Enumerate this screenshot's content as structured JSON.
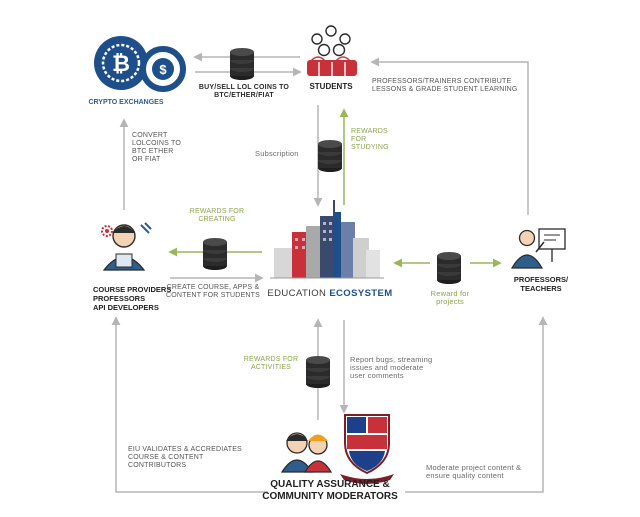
{
  "nodes": {
    "crypto": {
      "title": "CRYPTO EXCHANGES"
    },
    "students": {
      "title": "STUDENTS"
    },
    "providers": {
      "title_lines": [
        "COURSE PROVIDERS",
        "PROFESSORS",
        "API DEVELOPERS"
      ]
    },
    "ecosystem": {
      "title_left": "EDUCATION",
      "title_right": "ECOSYSTEM"
    },
    "professors": {
      "title_lines": [
        "PROFESSORS/",
        "TEACHERS"
      ]
    },
    "qa": {
      "title_lines": [
        "QUALITY ASSURANCE &",
        "COMMUNITY MODERATORS"
      ]
    }
  },
  "edges": {
    "buy_sell": [
      "BUY/SELL LOL COINS TO",
      "BTC/ETHER/FIAT"
    ],
    "convert": [
      "CONVERT",
      "LOLCOINS TO",
      "BTC ETHER",
      "OR FIAT"
    ],
    "professors_contribute": [
      "PROFESSORS/TRAINERS CONTRIBUTE",
      "LESSONS & GRADE STUDENT LEARNING"
    ],
    "subscription": "Subscription",
    "rewards_studying": [
      "REWARDS",
      "FOR",
      "STUDYING"
    ],
    "rewards_creating": [
      "REWARDS FOR",
      "CREATING"
    ],
    "create_course": [
      "CREATE COURSE, APPS &",
      "CONTENT FOR STUDENTS"
    ],
    "reward_projects": [
      "Reward for",
      "projects"
    ],
    "rewards_activities": [
      "REWARDS FOR",
      "ACTIVITIES"
    ],
    "report_bugs": [
      "Report bugs, streaming",
      "issues and moderate",
      "user comments"
    ],
    "eiu_validates": [
      "EIU VALIDATES & ACCREDIATES",
      "COURSE & CONTENT",
      "CONTRIBUTORS"
    ],
    "moderate_project": [
      "Moderate project content &",
      "ensure quality content"
    ]
  },
  "colors": {
    "arrow_grey": "#b5b5b5",
    "arrow_green": "#9ab55a",
    "label_green": "#8aa54b",
    "crypto_blue": "#1e4f8a",
    "people_blue": "#2f5d8c",
    "red_accent": "#c8313a",
    "coin_dark": "#2b2b2b"
  },
  "icons": [
    "bitcoin-icon",
    "dollar-coin-icon",
    "students-group-icon",
    "developer-icon",
    "gear-icon",
    "city-buildings-icon",
    "teacher-board-icon",
    "moderators-icon",
    "university-crest-icon",
    "coin-stack-icon"
  ]
}
